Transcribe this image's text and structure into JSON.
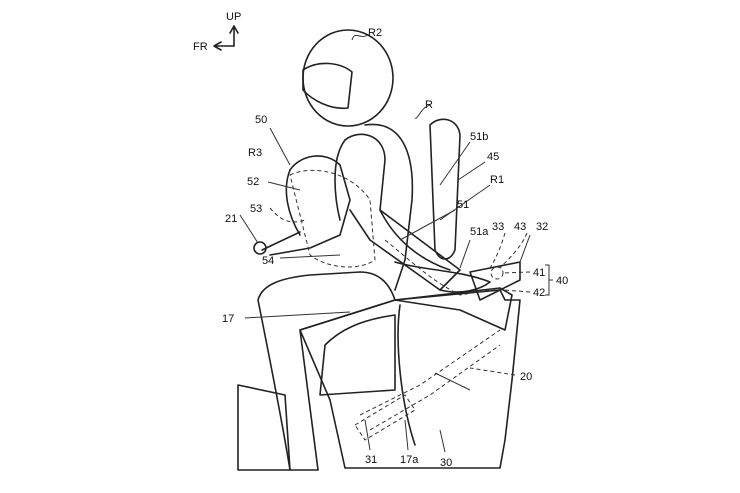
{
  "figure": {
    "orientation": {
      "up": "UP",
      "front": "FR"
    },
    "labels": {
      "R2": "R2",
      "R": "R",
      "50": "50",
      "51b": "51b",
      "45": "45",
      "R3": "R3",
      "R1": "R1",
      "52": "52",
      "51": "51",
      "21": "21",
      "53": "53",
      "33": "33",
      "43": "43",
      "32": "32",
      "51a": "51a",
      "41": "41",
      "40": "40",
      "42": "42",
      "54": "54",
      "17": "17",
      "20": "20",
      "31": "31",
      "17a": "17a",
      "30": "30"
    }
  }
}
